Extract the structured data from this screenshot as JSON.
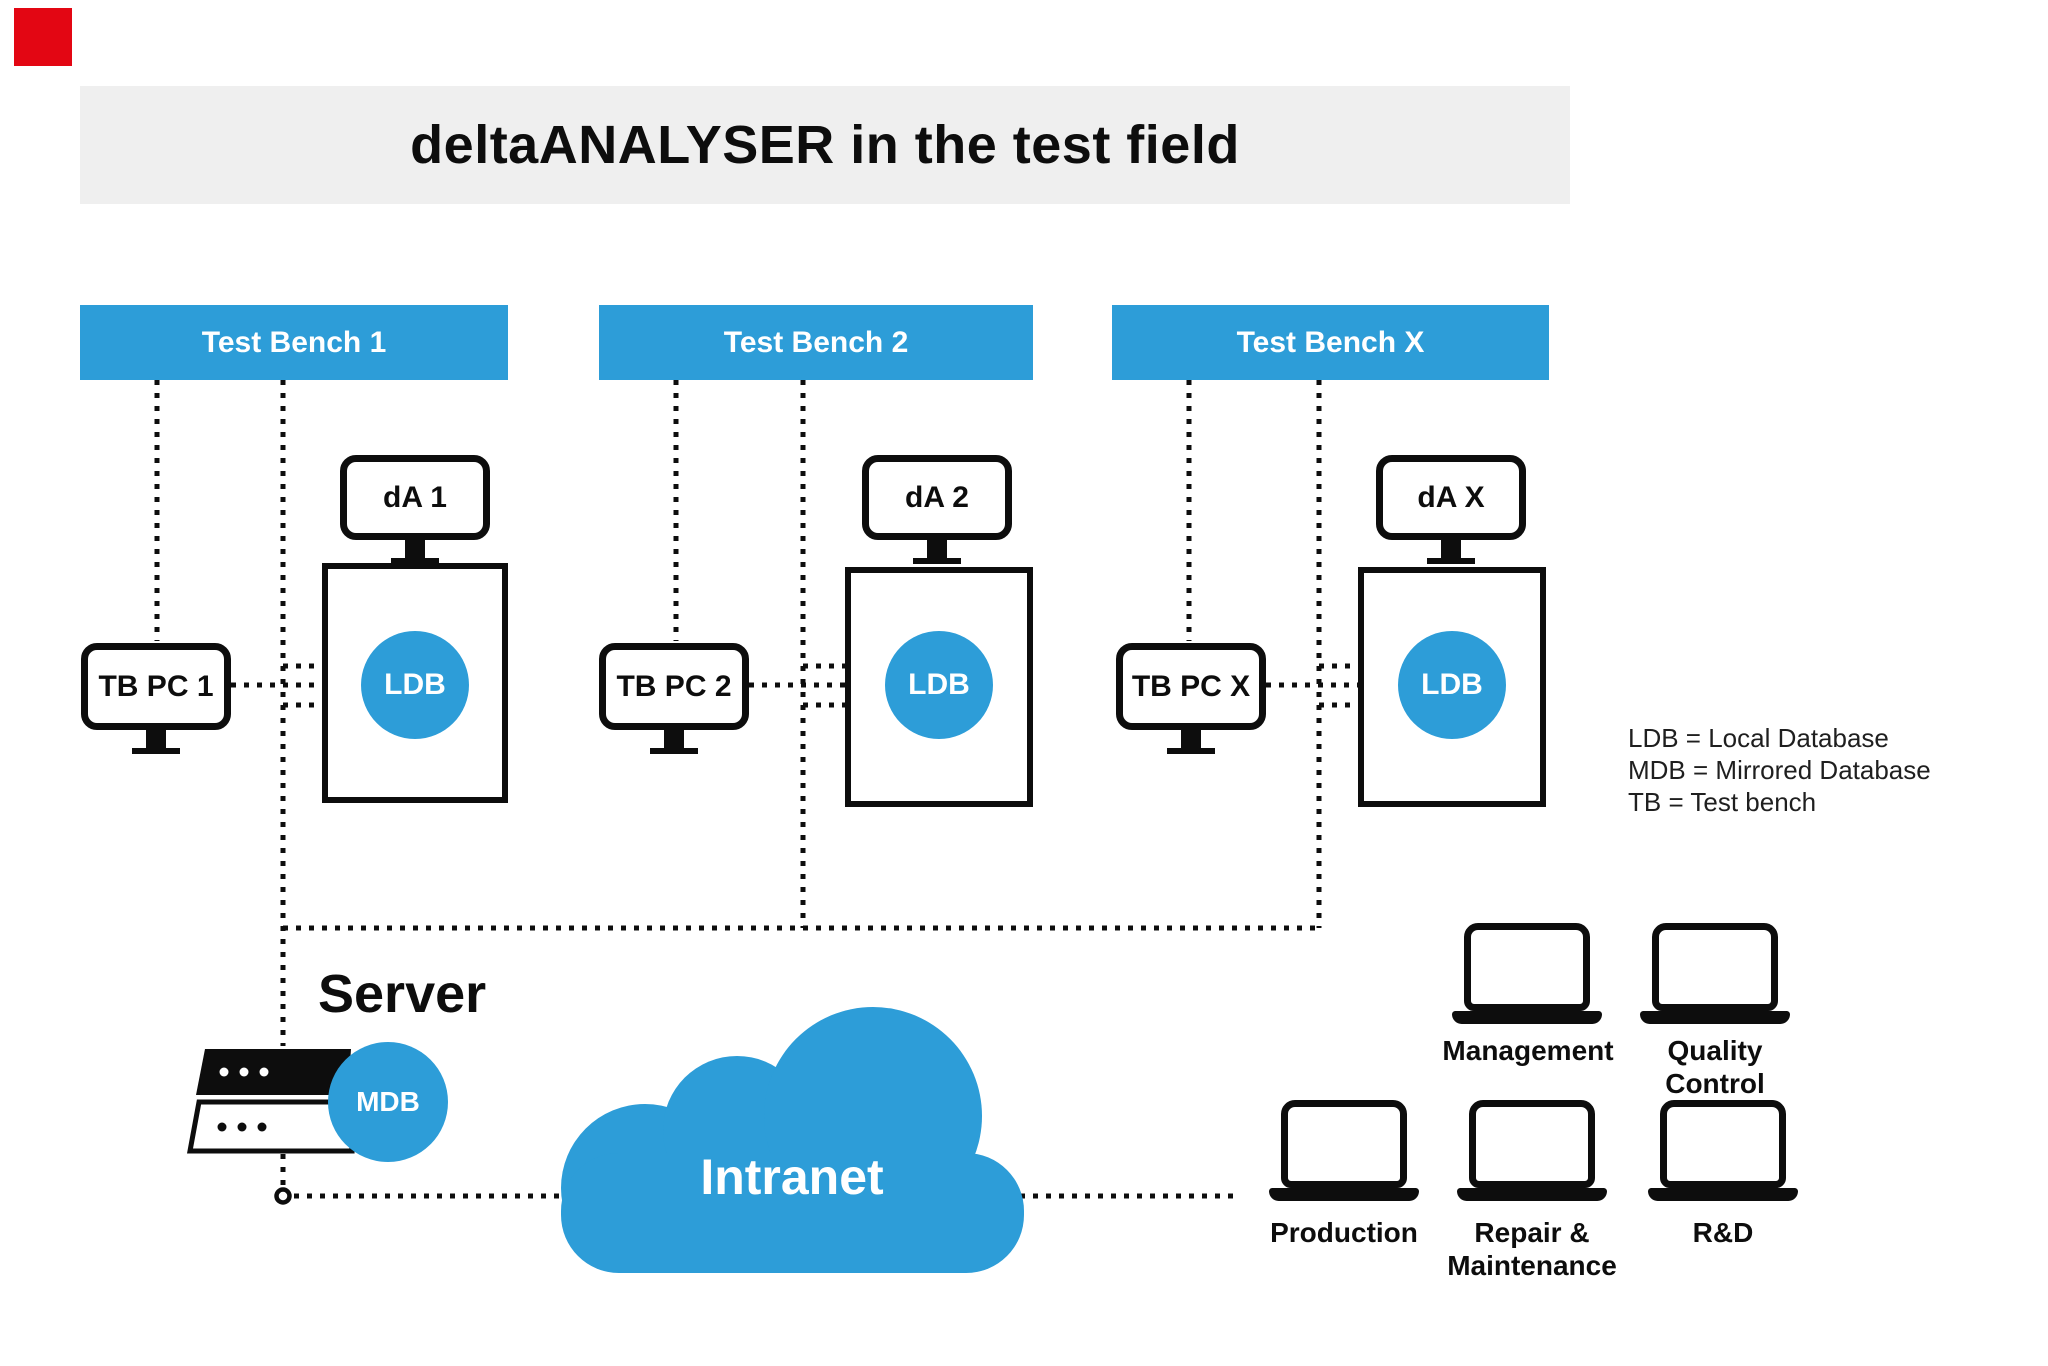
{
  "header": {
    "title": "deltaANALYSER in the test field"
  },
  "logo": {
    "color": "#E30613"
  },
  "colors": {
    "accent_blue": "#2D9DD8",
    "banner_gray": "#EFEFEF",
    "line_black": "#0D0D0D"
  },
  "benches": [
    {
      "label": "Test Bench 1",
      "monitor": "dA 1",
      "pc": "TB PC 1",
      "db": "LDB"
    },
    {
      "label": "Test Bench 2",
      "monitor": "dA 2",
      "pc": "TB PC 2",
      "db": "LDB"
    },
    {
      "label": "Test Bench X",
      "monitor": "dA X",
      "pc": "TB PC X",
      "db": "LDB"
    }
  ],
  "legend": {
    "lines": [
      "LDB = Local Database",
      "MDB = Mirrored Database",
      "TB = Test bench"
    ]
  },
  "server": {
    "label": "Server",
    "db": "MDB"
  },
  "cloud": {
    "label": "Intranet"
  },
  "departments": [
    {
      "label": "Management"
    },
    {
      "label": "Quality\nControl"
    },
    {
      "label": "Production"
    },
    {
      "label": "Repair &\nMaintenance"
    },
    {
      "label": "R&D"
    }
  ]
}
